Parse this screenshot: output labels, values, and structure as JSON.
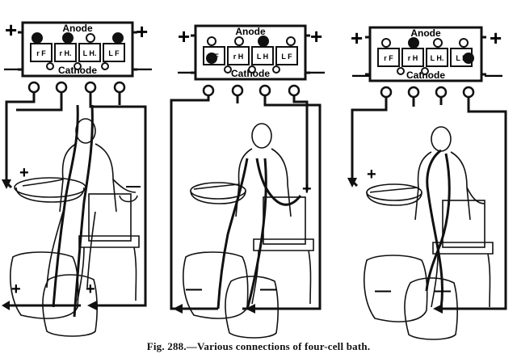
{
  "figure": {
    "caption": "Fig. 288.—Various connections of four-cell bath.",
    "panels": [
      {
        "id": "left",
        "anode_label": "Anode",
        "cathode_label": "Cathode",
        "cell_labels": [
          "r F",
          "r H.",
          "L H.",
          "L F"
        ],
        "filled_dots": [
          0,
          1,
          3
        ],
        "plus_sign": "+",
        "minus_sign": "—",
        "body_marks": [
          "+",
          "—",
          "+",
          "+"
        ]
      },
      {
        "id": "middle",
        "anode_label": "Anode",
        "cathode_label": "Cathode",
        "cell_labels": [
          "r F",
          "r H",
          "L H",
          "L F"
        ],
        "filled_dots": [
          0,
          2
        ],
        "plus_sign": "+",
        "minus_sign": "—",
        "body_marks": [
          "+",
          "—",
          "—"
        ]
      },
      {
        "id": "right",
        "anode_label": "Anode",
        "cathode_label": "Cathode",
        "cell_labels": [
          "r F",
          "r H",
          "L H.",
          "L F"
        ],
        "filled_dots": [
          1,
          3
        ],
        "plus_sign": "+",
        "minus_sign": "—",
        "body_marks": [
          "+",
          "—",
          "—"
        ]
      }
    ]
  }
}
